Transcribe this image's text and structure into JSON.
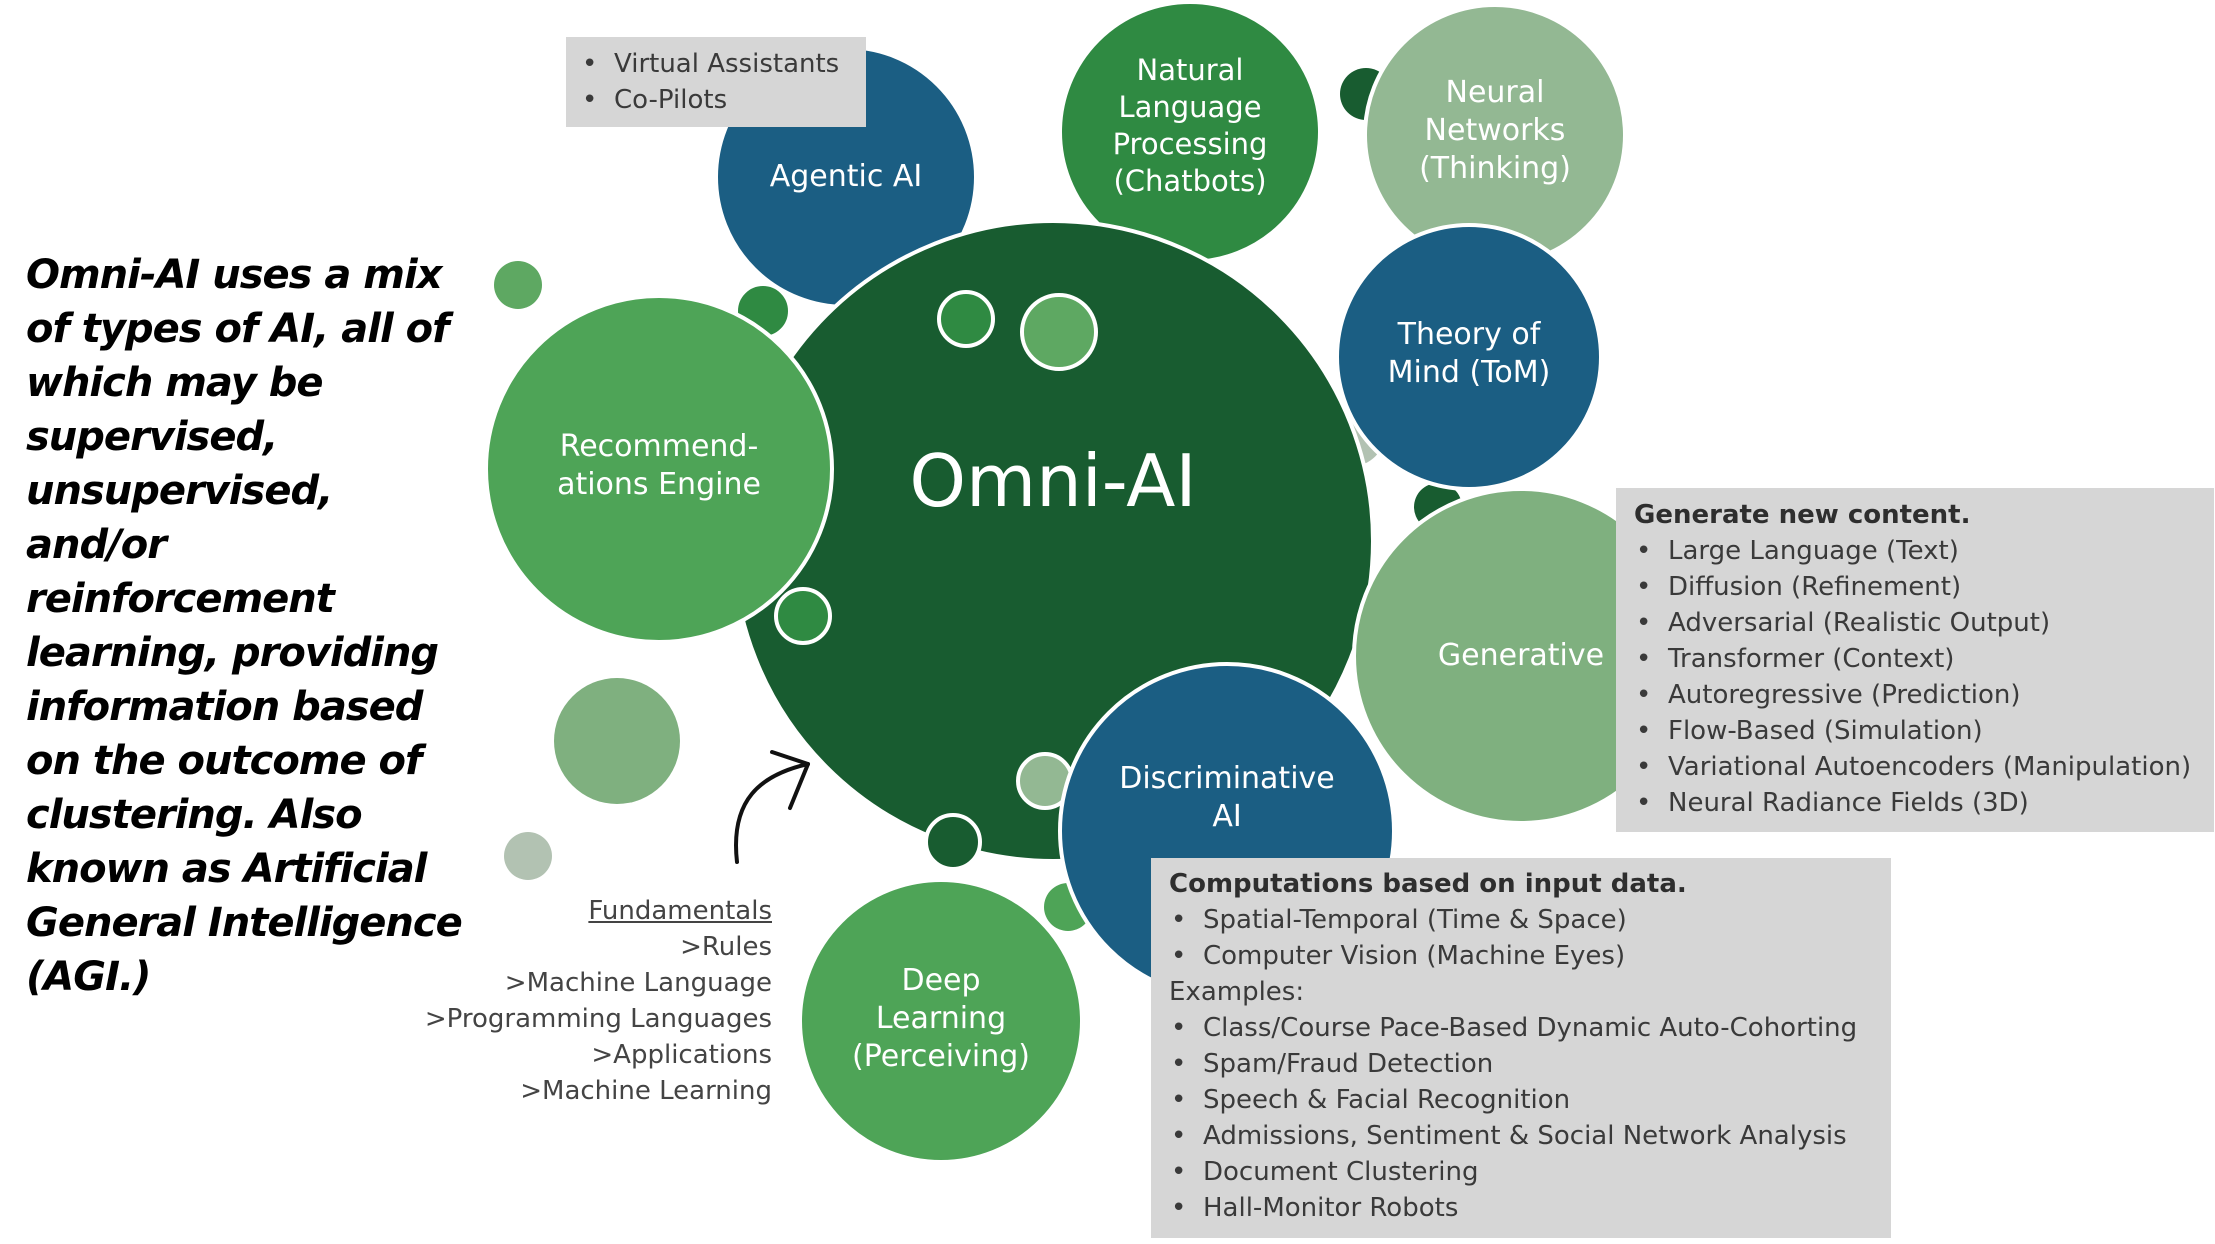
{
  "intro_text": "Omni-AI uses a mix of types of AI, all of which may be supervised, unsupervised, and/or reinforcement learning, providing information based on the outcome of clustering. Also known as Artificial General Intelligence (AGI.)",
  "colors": {
    "dark_green": "#185c30",
    "mid_green": "#2f8a42",
    "light_green": "#4ea457",
    "pale_green": "#7fb07f",
    "sage": "#93b893",
    "navy": "#1b5e83",
    "gray_circle": "#b2c2b2",
    "box_gray": "#d6d6d6"
  },
  "center": {
    "label": "Omni-AI"
  },
  "circles": {
    "agentic": {
      "lines": [
        "Agentic AI"
      ]
    },
    "nlp": {
      "lines": [
        "Natural",
        "Language",
        "Processing",
        "(Chatbots)"
      ]
    },
    "neural": {
      "lines": [
        "Neural",
        "Networks",
        "(Thinking)"
      ]
    },
    "tom": {
      "lines": [
        "Theory of",
        "Mind (ToM)"
      ]
    },
    "recommend": {
      "lines": [
        "Recommend-",
        "ations Engine"
      ]
    },
    "generative": {
      "lines": [
        "Generative"
      ]
    },
    "discriminative": {
      "lines": [
        "Discriminative",
        "AI"
      ]
    },
    "deep": {
      "lines": [
        "Deep",
        "Learning",
        "(Perceiving)"
      ]
    }
  },
  "agentic_box": {
    "items": [
      "Virtual Assistants",
      "Co-Pilots"
    ]
  },
  "generative_box": {
    "heading": "Generate new content.",
    "items": [
      "Large Language (Text)",
      "Diffusion (Refinement)",
      "Adversarial (Realistic Output)",
      "Transformer (Context)",
      "Autoregressive (Prediction)",
      "Flow-Based (Simulation)",
      "Variational Autoencoders (Manipulation)",
      "Neural Radiance Fields (3D)"
    ]
  },
  "discriminative_box": {
    "heading": "Computations based on input data.",
    "items": [
      "Spatial-Temporal (Time & Space)",
      "Computer Vision (Machine Eyes)"
    ],
    "examples_label": "Examples:",
    "examples": [
      "Class/Course Pace-Based Dynamic Auto-Cohorting",
      "Spam/Fraud Detection",
      "Speech & Facial Recognition",
      "Admissions, Sentiment & Social Network Analysis",
      "Document Clustering",
      "Hall-Monitor Robots"
    ]
  },
  "fundamentals": {
    "title": "Fundamentals",
    "items": [
      ">Rules",
      ">Machine Language",
      ">Programming Languages",
      ">Applications",
      ">Machine Learning"
    ]
  }
}
